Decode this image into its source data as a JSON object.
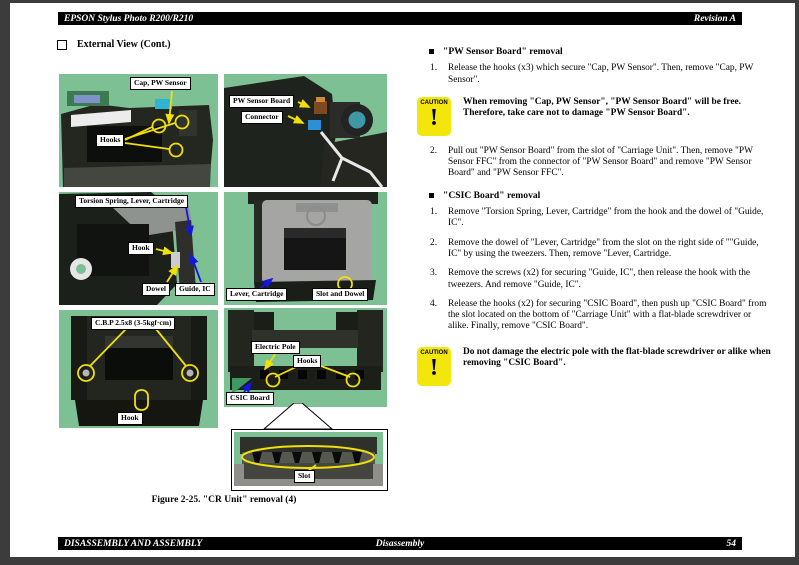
{
  "page": {
    "header": {
      "product": "EPSON Stylus Photo R200/R210",
      "revision": "Revision A"
    },
    "footer": {
      "left": "DISASSEMBLY AND ASSEMBLY",
      "center": "Disassembly",
      "page_number": "54"
    },
    "section": {
      "title": "External View (Cont.)"
    },
    "figure": {
      "caption": "Figure 2-25.  \"CR Unit\" removal (4)"
    }
  },
  "photos": {
    "p1": {
      "labels": {
        "cap": "Cap, PW Sensor",
        "hooks": "Hooks"
      }
    },
    "p2": {
      "labels": {
        "board": "PW Sensor Board",
        "connector": "Connector"
      }
    },
    "p3": {
      "labels": {
        "torsion": "Torsion Spring, Lever, Cartridge",
        "hook": "Hook",
        "dowel": "Dowel",
        "guide": "Guide, IC"
      }
    },
    "p4": {
      "labels": {
        "lever": "Lever, Cartridge",
        "slot_dowel": "Slot and Dowel"
      }
    },
    "p5": {
      "labels": {
        "screw": "C.B.P 2.5x8 (3-5kgf·cm)",
        "hook": "Hook"
      }
    },
    "p6": {
      "labels": {
        "electric_pole": "Electric Pole",
        "hooks": "Hooks",
        "csic": "CSIC Board"
      }
    },
    "inset": {
      "labels": {
        "slot": "Slot"
      }
    }
  },
  "instructions": {
    "pw": {
      "heading": "\"PW Sensor Board\" removal",
      "items": [
        {
          "num": "1.",
          "text": "Release the hooks (x3) which secure \"Cap, PW Sensor\". Then, remove \"Cap, PW Sensor\"."
        },
        {
          "num": "2.",
          "text": "Pull out \"PW Sensor Board\" from the slot of \"Carriage Unit\". Then, remove \"PW Sensor FFC\" from the connector of \"PW Sensor Board\" and remove \"PW Sensor Board\" and \"PW Sensor FFC\"."
        }
      ]
    },
    "csic": {
      "heading": "\"CSIC Board\" removal",
      "items": [
        {
          "num": "1.",
          "text": "Remove \"Torsion Spring, Lever, Cartridge\" from the hook and the dowel of \"Guide, IC\"."
        },
        {
          "num": "2.",
          "text": "Remove the dowel of \"Lever, Cartridge\" from the slot on the right side of \"\"Guide, IC\" by using the tweezers. Then, remove \"Lever, Cartridge."
        },
        {
          "num": "3.",
          "text": "Remove the screws (x2) for securing \"Guide, IC\", then release the hook with the tweezers. And remove \"Guide, IC\"."
        },
        {
          "num": "4.",
          "text": "Release the hooks (x2) for securing \"CSIC Board\", then push up \"CSIC Board\" from the slot located on the bottom of \"Carriage Unit\" with a flat-blade screwdriver or alike. Finally, remove \"CSIC Board\"."
        }
      ]
    },
    "cautions": [
      {
        "label": "CAUTION",
        "mark": "!",
        "text": "When removing \"Cap, PW Sensor\", \"PW Sensor Board\" will be free. Therefore, take care not to damage \"PW Sensor Board\"."
      },
      {
        "label": "CAUTION",
        "mark": "!",
        "text": "Do not damage the electric pole with the flat-blade screwdriver or alike when removing \"CSIC Board\"."
      }
    ]
  },
  "colors": {
    "caution_yellow": "#f2e60a",
    "photo_green": "#7cc093",
    "annotation_yellow": "#f2df0a",
    "annotation_blue": "#1515dd",
    "bar_black": "#000000"
  }
}
